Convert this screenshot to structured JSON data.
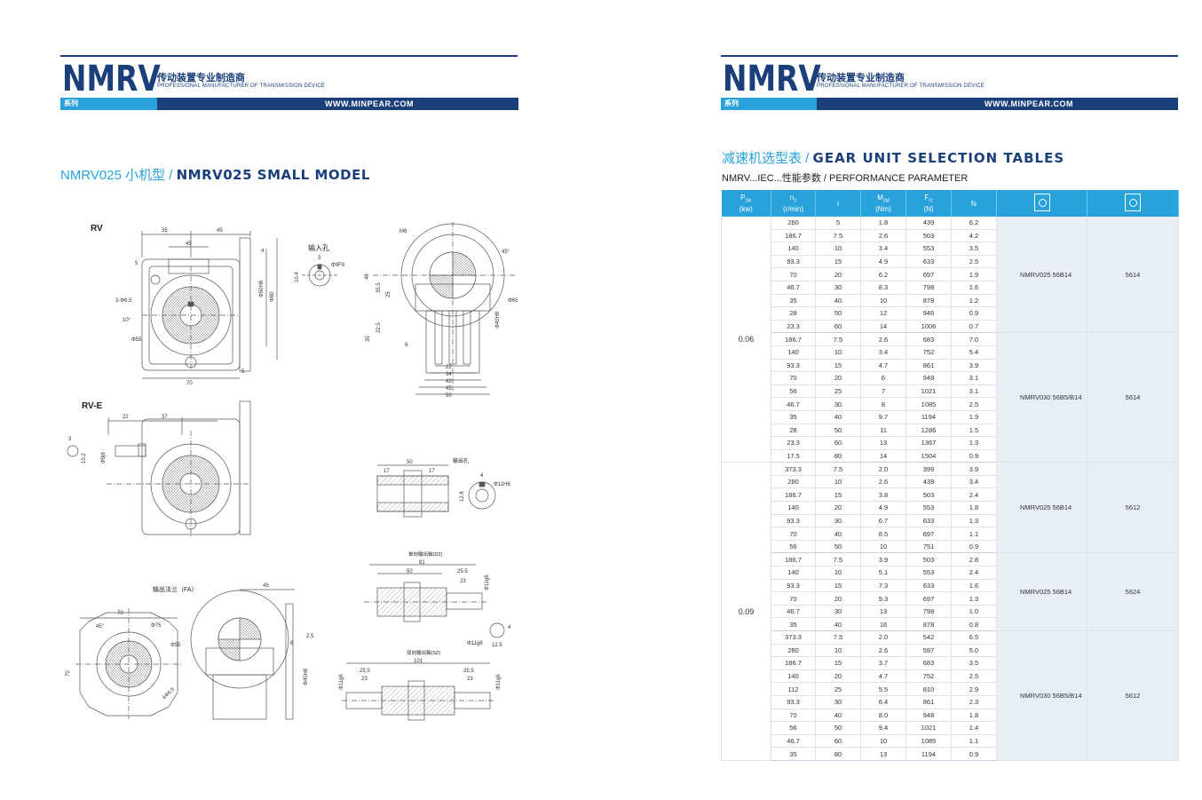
{
  "header": {
    "brand": "NMRV",
    "cn": "传动装置专业制造商",
    "en": "PROFESSIONAL MANUFACTURER OF TRANSMISSION DEVICE",
    "series": "系列",
    "url": "WWW.MINPEAR.COM"
  },
  "left": {
    "title_cn": "NMRV025 小机型 / ",
    "title_en": "NMRV025 SMALL MODEL",
    "labels": {
      "rv": "RV",
      "rve": "RV-E",
      "input_hole": "输入孔",
      "output_hole": "输出孔",
      "flange": "输出法兰（FA）",
      "single_shaft": "单向输出轴(DZ)",
      "double_shaft": "双向输出轴(SZ)"
    },
    "dims": {
      "d35": "35",
      "d45": "45",
      "d45b": "45",
      "d4": "4",
      "d5": "5",
      "d5b": "5",
      "d70": "70",
      "holes": "3-Φ6.5",
      "deg10": "10°",
      "phi55": "Φ55",
      "phi50h8": "Φ50H8",
      "phi80": "Φ80",
      "i3": "3",
      "i104": "10.4",
      "phi9f8": "Φ9F8",
      "h48": "48",
      "h355": "35.5",
      "h25": "25",
      "h225": "22.5",
      "h35": "35",
      "h6": "6",
      "b22": "22",
      "b34": "34",
      "b42": "42",
      "b45": "45",
      "b50": "50",
      "phi65": "Φ65",
      "phi40h8": "Φ40H8",
      "deg45": "45°",
      "m6": "M6",
      "e22": "22",
      "e37": "37",
      "e3": "3",
      "e102": "10.2",
      "phi9j6": "Φ9j6",
      "o50": "50",
      "o17a": "17",
      "o17b": "17",
      "o128": "12.8",
      "o4": "4",
      "phi11h8": "Φ11H8",
      "s81": "81",
      "s50": "50",
      "s255": "25.5",
      "s23": "23",
      "phi11g6": "Φ11g6",
      "phi11g6b": "Φ11g6",
      "s125": "12.5",
      "s4": "4",
      "t101": "101",
      "t255a": "25.5",
      "t23a": "23",
      "t255b": "25.5",
      "t23b": "23",
      "phi11g6c": "Φ11g6",
      "phi11g6d": "Φ11g6",
      "f70": "70",
      "f70v": "70",
      "f45": "45°",
      "phi75": "Φ75",
      "phi55b": "Φ55",
      "f45b": "45",
      "f6": "6",
      "f25": "2.5",
      "phi40h8b": "Φ40H8",
      "m5": "4Φ6.5"
    }
  },
  "right": {
    "title_cn": "减速机选型表 / ",
    "title_en": "GEAR UNIT SELECTION TABLES",
    "subtitle": "NMRV...IEC...性能参数 / PERFORMANCE PARAMETER",
    "columns": {
      "p": "P",
      "p_sub": "1M",
      "p_unit": "(kw)",
      "n": "n",
      "n_sub": "2",
      "n_unit": "(r/min)",
      "i": "i",
      "m": "M",
      "m_sub": "2M",
      "m_unit": "(Nm)",
      "f": "F",
      "f_sub": "r2",
      "f_unit": "(N)",
      "fs": "fs",
      "icon1": "gearbox-icon",
      "icon2": "motor-icon"
    },
    "groups": [
      {
        "power": "0.06",
        "blocks": [
          {
            "model": "NMRV025    56B14",
            "motor": "5614",
            "rows": [
              [
                "280",
                "5",
                "1.8",
                "439",
                "6.2"
              ],
              [
                "186.7",
                "7.5",
                "2.6",
                "503",
                "4.2"
              ],
              [
                "140",
                "10",
                "3.4",
                "553",
                "3.5"
              ],
              [
                "93.3",
                "15",
                "4.9",
                "633",
                "2.5"
              ],
              [
                "70",
                "20",
                "6.2",
                "697",
                "1.9"
              ],
              [
                "46.7",
                "30",
                "8.3",
                "798",
                "1.6"
              ],
              [
                "35",
                "40",
                "10",
                "878",
                "1.2"
              ],
              [
                "28",
                "50",
                "12",
                "946",
                "0.9"
              ],
              [
                "23.3",
                "60",
                "14",
                "1006",
                "0.7"
              ]
            ]
          },
          {
            "model": "NMRV030  56B5/B14",
            "motor": "5614",
            "rows": [
              [
                "186.7",
                "7.5",
                "2.6",
                "683",
                "7.0"
              ],
              [
                "140",
                "10",
                "3.4",
                "752",
                "5.4"
              ],
              [
                "93.3",
                "15",
                "4.7",
                "861",
                "3.9"
              ],
              [
                "70",
                "20",
                "6",
                "948",
                "3.1"
              ],
              [
                "56",
                "25",
                "7",
                "1021",
                "3.1"
              ],
              [
                "46.7",
                "30",
                "8",
                "1085",
                "2.5"
              ],
              [
                "35",
                "40",
                "9.7",
                "1194",
                "1.9"
              ],
              [
                "28",
                "50",
                "11",
                "1286",
                "1.5"
              ],
              [
                "23.3",
                "60",
                "13",
                "1367",
                "1.3"
              ],
              [
                "17.5",
                "80",
                "14",
                "1504",
                "0.9"
              ]
            ]
          }
        ]
      },
      {
        "power": "0.09",
        "blocks": [
          {
            "model": "NMRV025    56B14",
            "motor": "5612",
            "rows": [
              [
                "373.3",
                "7.5",
                "2.0",
                "399",
                "3.9"
              ],
              [
                "280",
                "10",
                "2.6",
                "439",
                "3.4"
              ],
              [
                "186.7",
                "15",
                "3.8",
                "503",
                "2.4"
              ],
              [
                "140",
                "20",
                "4.9",
                "553",
                "1.8"
              ],
              [
                "93.3",
                "30",
                "6.7",
                "633",
                "1.3"
              ],
              [
                "70",
                "40",
                "8.5",
                "697",
                "1.1"
              ],
              [
                "56",
                "50",
                "10",
                "751",
                "0.9"
              ]
            ]
          },
          {
            "model": "NMRV025    56B14",
            "motor": "5624",
            "rows": [
              [
                "186.7",
                "7.5",
                "3.9",
                "503",
                "2.8"
              ],
              [
                "140",
                "10",
                "5.1",
                "553",
                "2.4"
              ],
              [
                "93.3",
                "15",
                "7.3",
                "633",
                "1.6"
              ],
              [
                "70",
                "20",
                "9.3",
                "697",
                "1.3"
              ],
              [
                "46.7",
                "30",
                "13",
                "798",
                "1.0"
              ],
              [
                "35",
                "40",
                "16",
                "878",
                "0.8"
              ]
            ]
          },
          {
            "model": "NMRV030  56B5/B14",
            "motor": "5612",
            "rows": [
              [
                "373.3",
                "7.5",
                "2.0",
                "542",
                "6.5"
              ],
              [
                "280",
                "10",
                "2.6",
                "597",
                "5.0"
              ],
              [
                "186.7",
                "15",
                "3.7",
                "683",
                "3.5"
              ],
              [
                "140",
                "20",
                "4.7",
                "752",
                "2.5"
              ],
              [
                "112",
                "25",
                "5.5",
                "810",
                "2.9"
              ],
              [
                "93.3",
                "30",
                "6.4",
                "861",
                "2.3"
              ],
              [
                "70",
                "40",
                "8.0",
                "948",
                "1.8"
              ],
              [
                "56",
                "50",
                "9.4",
                "1021",
                "1.4"
              ],
              [
                "46.7",
                "60",
                "10",
                "1085",
                "1.1"
              ],
              [
                "35",
                "80",
                "13",
                "1194",
                "0.9"
              ]
            ]
          }
        ]
      }
    ]
  }
}
